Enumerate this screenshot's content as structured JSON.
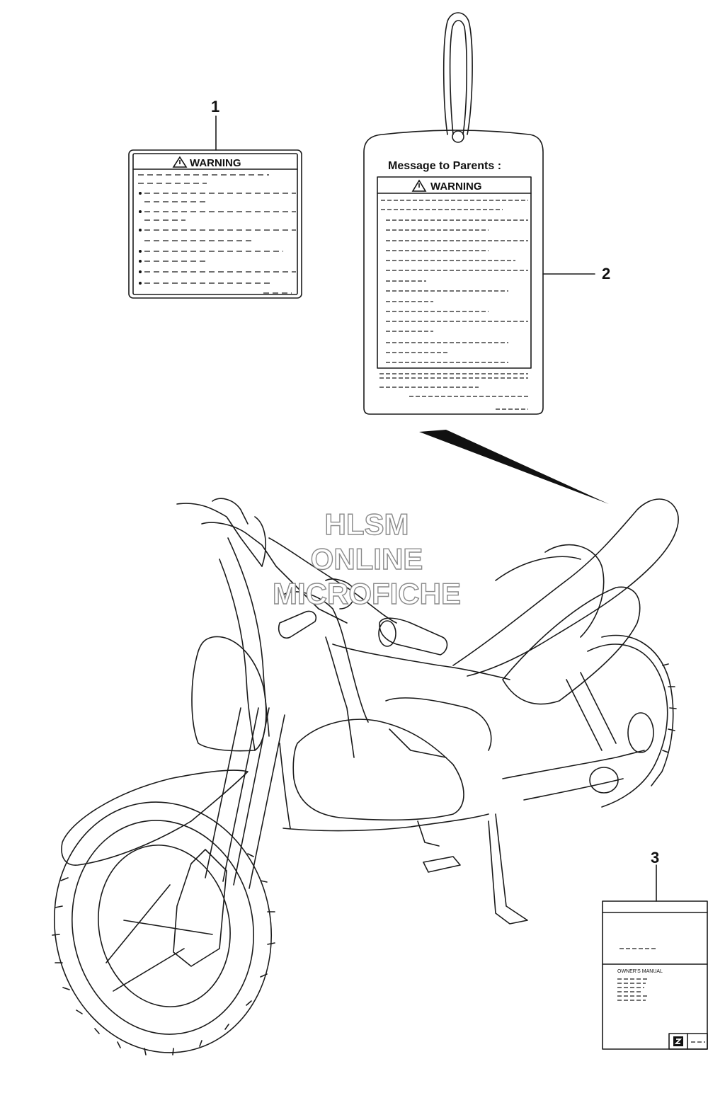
{
  "callouts": {
    "label_1": "1",
    "label_2": "2",
    "label_3": "3"
  },
  "part_1": {
    "header": "WARNING",
    "icon": "warning-triangle-icon"
  },
  "part_2": {
    "title": "Message to Parents :",
    "header": "WARNING",
    "icon": "warning-triangle-icon"
  },
  "part_3": {
    "manual_label": "OWNER'S MANUAL"
  },
  "watermark": {
    "line1": "HLSM",
    "line2": "ONLINE",
    "line3": "MICROFICHE"
  }
}
